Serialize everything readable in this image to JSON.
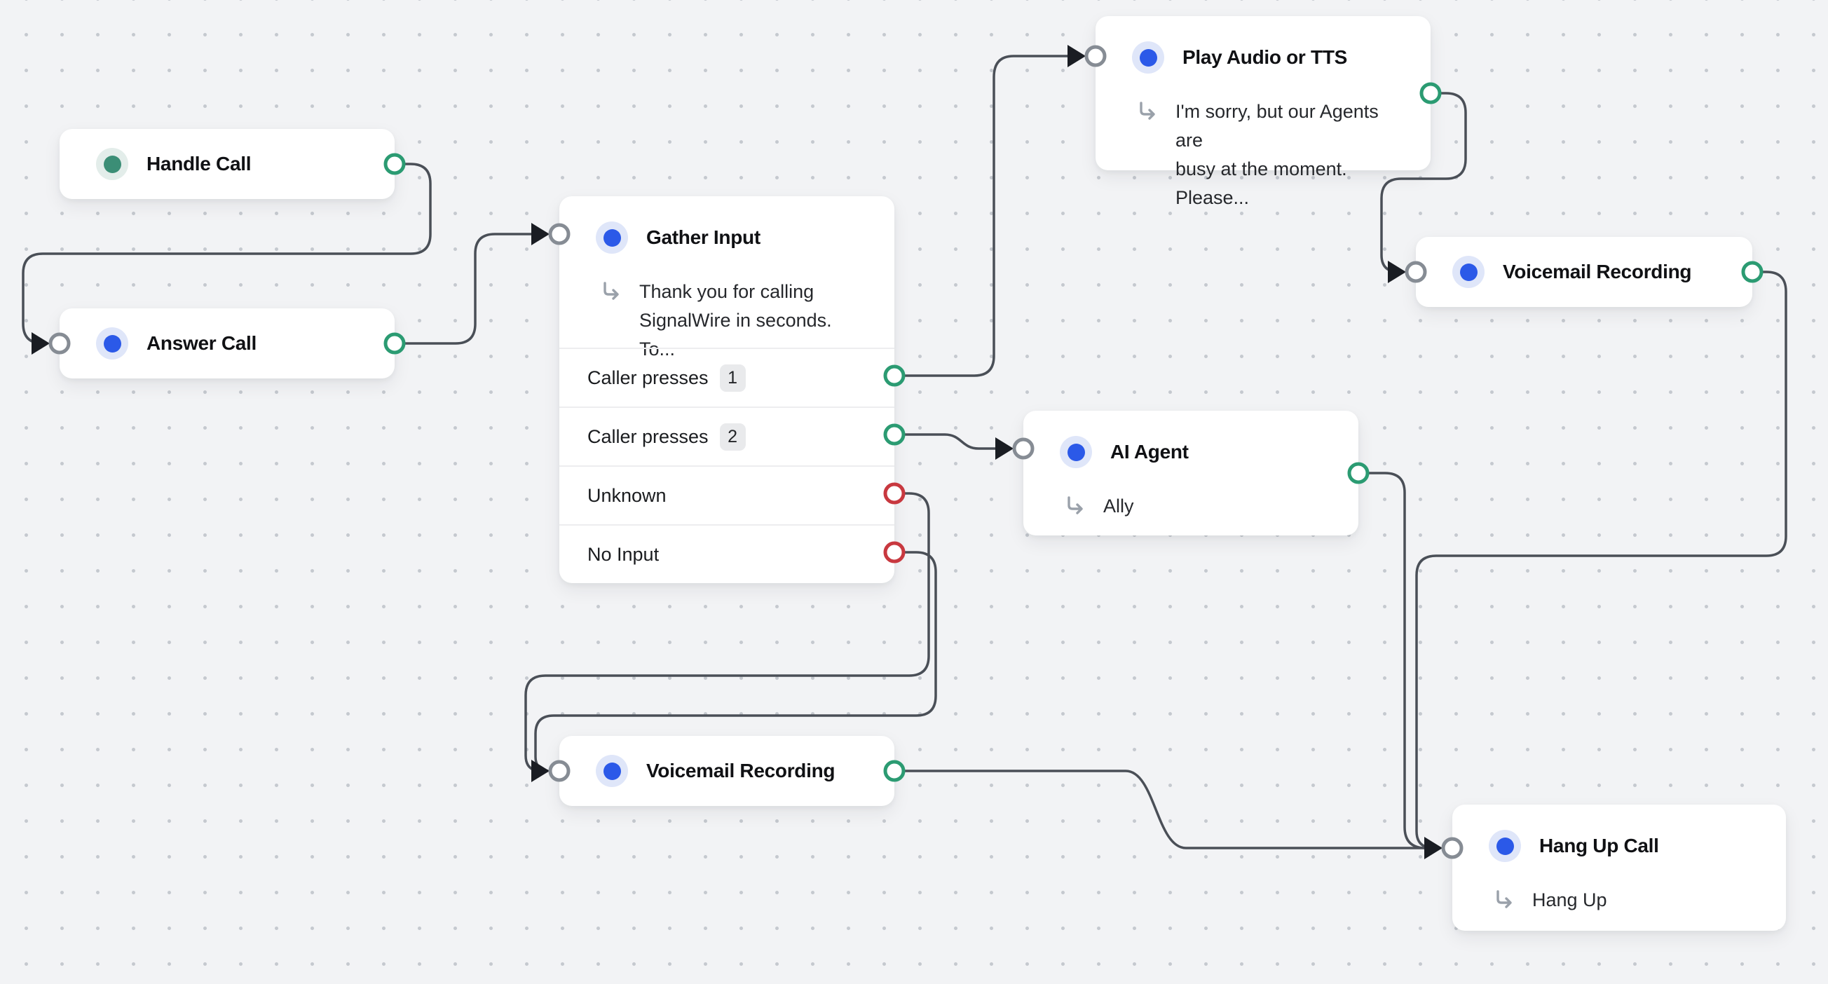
{
  "canvas": {
    "colors": {
      "background": "#f2f3f5",
      "grid_dot": "#c5c9cf",
      "node_bg": "#ffffff",
      "wire": "#4a4f57",
      "port_green": "#2b9b72",
      "port_red": "#c8383f",
      "port_gray": "#868c94",
      "arrowhead": "#1a1d23",
      "dot_blue": "#2b59e8",
      "dot_blue_ring": "#dfe6f9",
      "dot_teal": "#3b8e76",
      "dot_teal_ring": "#e3edea",
      "badge_bg": "#e9eaec"
    }
  },
  "nodes": {
    "handle_call": {
      "title": "Handle Call",
      "dot_color": "teal"
    },
    "answer_call": {
      "title": "Answer Call",
      "dot_color": "blue"
    },
    "gather_input": {
      "title": "Gather Input",
      "dot_color": "blue",
      "subtext_line1": "Thank you for calling",
      "subtext_line2": "SignalWire in seconds. To...",
      "rows": [
        {
          "label": "Caller presses",
          "badge": "1",
          "port": "green"
        },
        {
          "label": "Caller presses",
          "badge": "2",
          "port": "green"
        },
        {
          "label": "Unknown",
          "port": "red"
        },
        {
          "label": "No Input",
          "port": "red"
        }
      ]
    },
    "play_audio": {
      "title": "Play Audio or TTS",
      "dot_color": "blue",
      "subtext_line1": "I'm sorry, but our Agents are",
      "subtext_line2": "busy at the moment. Please..."
    },
    "voicemail_right": {
      "title": "Voicemail Recording",
      "dot_color": "blue"
    },
    "ai_agent": {
      "title": "AI Agent",
      "dot_color": "blue",
      "subtext": "Ally"
    },
    "voicemail_bottom": {
      "title": "Voicemail Recording",
      "dot_color": "blue"
    },
    "hang_up": {
      "title": "Hang Up Call",
      "dot_color": "blue",
      "subtext": "Hang Up"
    }
  },
  "edges": [
    {
      "from": "Handle Call",
      "to": "Answer Call"
    },
    {
      "from": "Answer Call",
      "to": "Gather Input"
    },
    {
      "from": "Gather Input / Caller presses 1",
      "to": "Play Audio or TTS"
    },
    {
      "from": "Gather Input / Caller presses 2",
      "to": "AI Agent"
    },
    {
      "from": "Gather Input / Unknown",
      "to": "Voicemail Recording (bottom)"
    },
    {
      "from": "Gather Input / No Input",
      "to": "Voicemail Recording (bottom)"
    },
    {
      "from": "Play Audio or TTS",
      "to": "Voicemail Recording (right)"
    },
    {
      "from": "Voicemail Recording (right)",
      "to": "Hang Up Call"
    },
    {
      "from": "AI Agent",
      "to": "Hang Up Call"
    },
    {
      "from": "Voicemail Recording (bottom)",
      "to": "Hang Up Call"
    }
  ]
}
